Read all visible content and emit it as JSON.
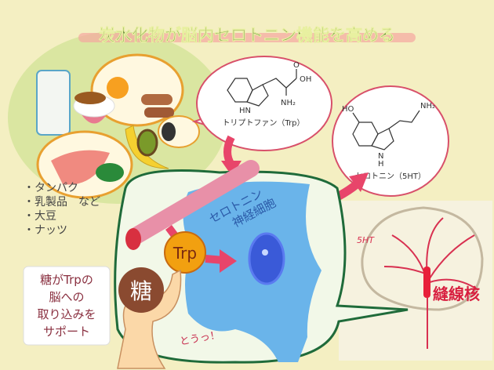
{
  "title": "炭水化物が脳内セロトニン機能を高める",
  "tryptophan": {
    "label": "トリプトファン（Trp）",
    "oh": "OH",
    "o": "O",
    "nh2": "NH₂",
    "hn": "HN"
  },
  "serotonin": {
    "label": "セロトニン（5HT）",
    "ho": "HO",
    "nh2": "NH₂",
    "n": "N",
    "h": "H"
  },
  "food_list": [
    "・タンパク",
    "・乳製品　など",
    "・大豆",
    "・ナッツ"
  ],
  "neuron_label": [
    "セロトニン",
    "神経細胞"
  ],
  "trp_ball": "Trp",
  "sugar_ball": "糖",
  "note_lines": [
    "糖がTrpの",
    "脳への",
    "取り込みを",
    "サポート"
  ],
  "shout": "とうっ！",
  "brain": {
    "label_5ht": "5HT",
    "nucleus": "縫線核"
  },
  "colors": {
    "background": "#f4efc2",
    "title": "#2f5a12",
    "arrow": "#e8456a",
    "neuron": "#6ab4ea",
    "outline": "#1f6b3a"
  }
}
